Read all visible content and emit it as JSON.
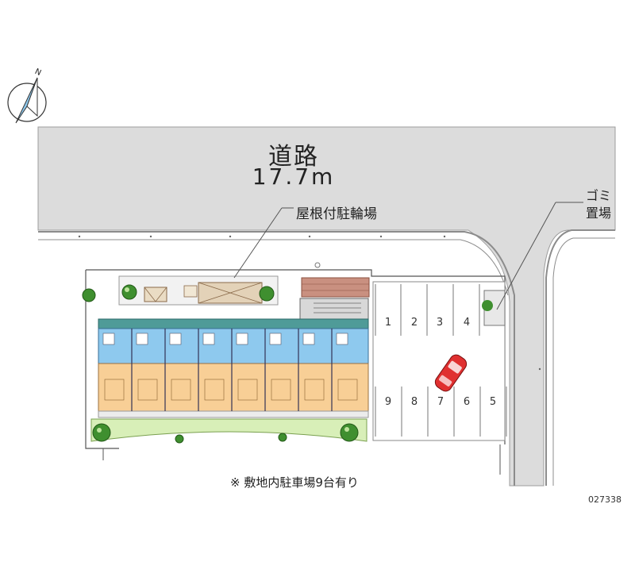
{
  "road": {
    "name": "道路",
    "width": "17.7m"
  },
  "labels": {
    "covered_bike_parking": "屋根付駐輪場",
    "garbage_line1": "ゴミ",
    "garbage_line2": "置場",
    "compass_letter": "N"
  },
  "parking": {
    "top_row": [
      "1",
      "2",
      "3",
      "4"
    ],
    "bottom_row": [
      "9",
      "8",
      "7",
      "6",
      "5"
    ]
  },
  "note": "※ 敷地内駐車場9台有り",
  "code": "027338",
  "colors": {
    "road": "#dcdcdc",
    "unit_blue": "#8ec9ee",
    "unit_orange": "#f8cf96",
    "corridor_teal": "#4f9b98",
    "vegetation": "#3f8f2f",
    "car": "#e03030",
    "brick": "#b97a6a"
  }
}
